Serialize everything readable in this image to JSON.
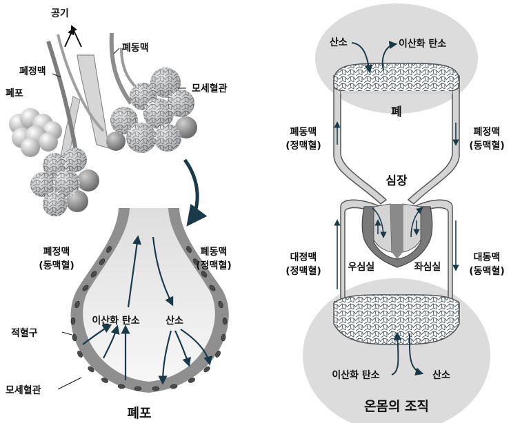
{
  "left": {
    "air": "공기",
    "pulmonary_artery": "폐동맥",
    "pulmonary_vein": "폐정맥",
    "alveolus": "폐포",
    "capillary": "모세혈관",
    "detail": {
      "vein_name": "폐정맥",
      "vein_blood": "(동맥혈)",
      "artery_name": "폐동맥",
      "artery_blood": "(정맥혈)",
      "co2": "이산화 탄소",
      "o2": "산소",
      "rbc": "적혈구",
      "capillary": "모세혈관",
      "title": "폐포"
    }
  },
  "right": {
    "o2_top": "산소",
    "co2_top": "이산화 탄소",
    "lung": "폐",
    "pa_name": "폐동맥",
    "pa_blood": "(정맥혈)",
    "pv_name": "폐정맥",
    "pv_blood": "(동맥혈)",
    "heart": "심장",
    "vc_name": "대정맥",
    "vc_blood": "(정맥혈)",
    "ao_name": "대동맥",
    "ao_blood": "(동맥혈)",
    "rv": "우심실",
    "lv": "좌심실",
    "co2_bottom": "이산화 탄소",
    "o2_bottom": "산소",
    "tissue": "온몸의 조직"
  },
  "colors": {
    "arrow": "#1a3a4a",
    "vessel": "#d4d4d4",
    "outline": "#555555",
    "circle": "#dcdcdc",
    "heart_wall": "#777777"
  }
}
